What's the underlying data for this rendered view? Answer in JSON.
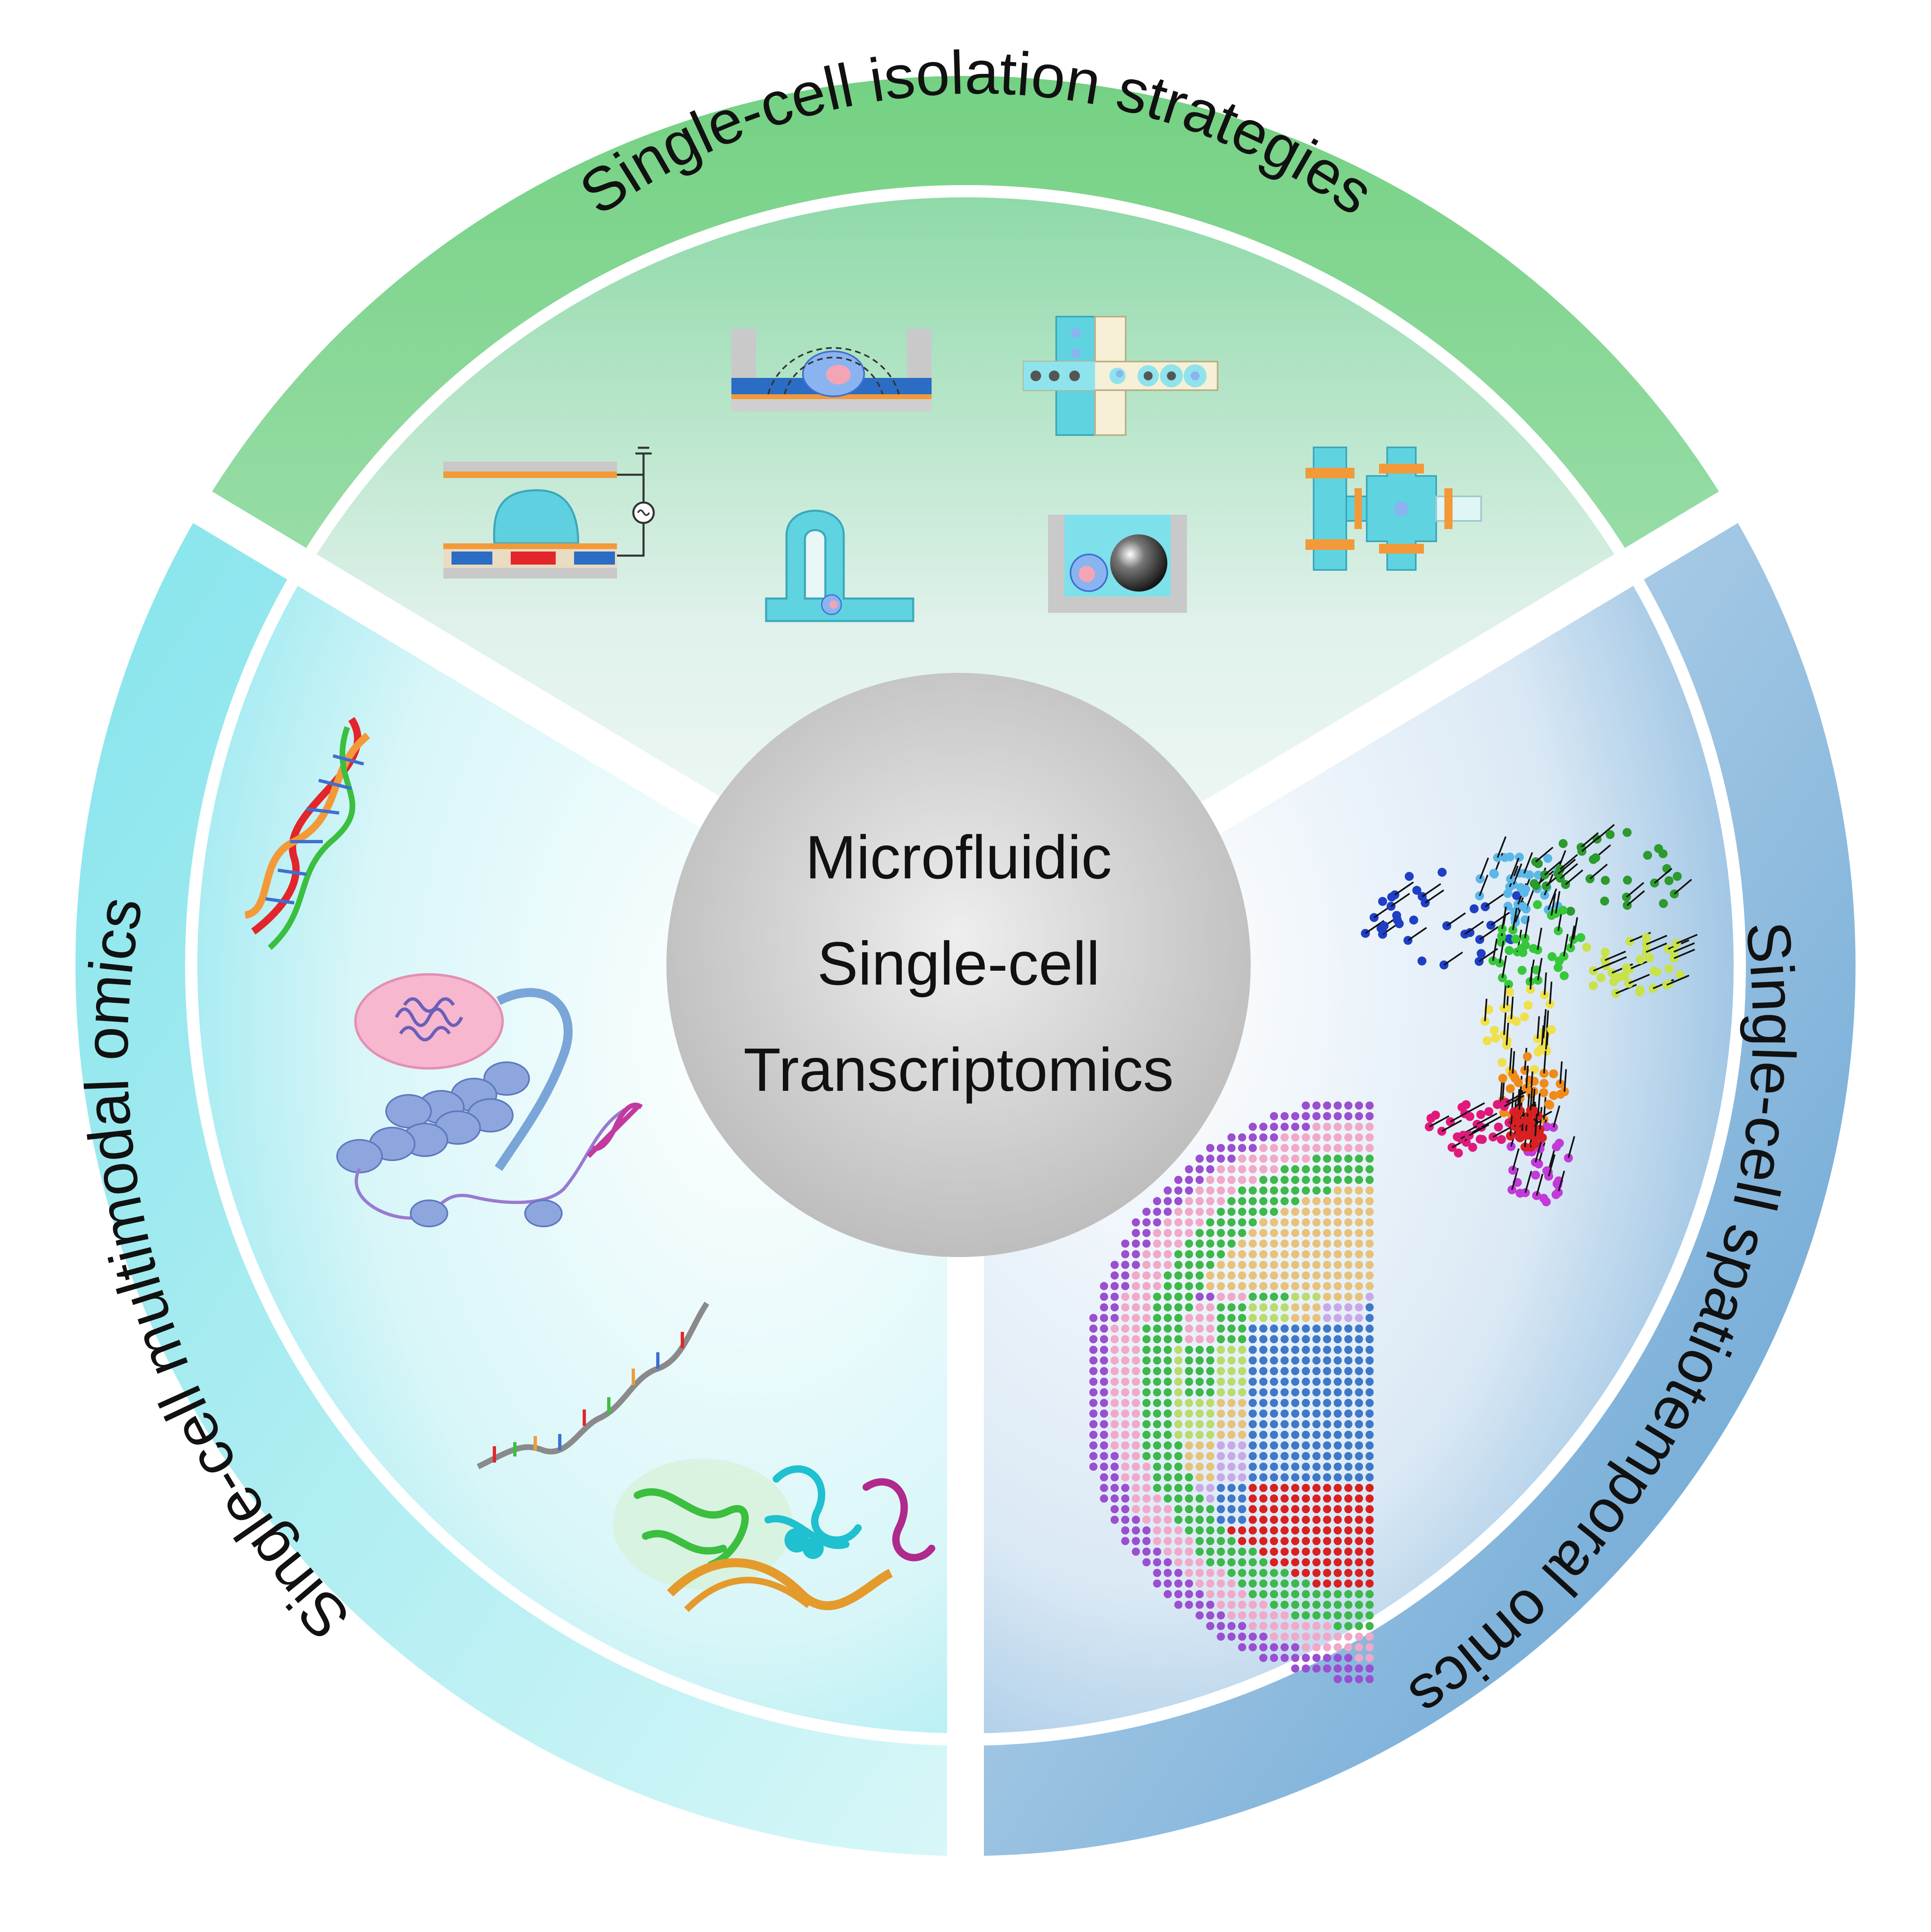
{
  "hub": {
    "lines": [
      "Microfluidic",
      "Single-cell",
      "Transcriptomics"
    ]
  },
  "sections": {
    "isolation": {
      "title": "Single-cell isolation strategies",
      "ring_color": "#7ed38a",
      "fill_top": "#9fdcb4",
      "fill_bottom": "#eef7f3"
    },
    "multimodal": {
      "title": "Single-cell multimodal omics",
      "ring_color": "#8fe6ec",
      "fill_outer": "#8ee7ef",
      "fill_inner": "#f4fdfd"
    },
    "spatiotemporal": {
      "title": "Single-cell spatiotemporal omics",
      "ring_color": "#8fbfe0",
      "fill_outer": "#6aa6d4",
      "fill_inner": "#f5f9fd"
    }
  },
  "icons": {
    "isolation": [
      "electrode-chip-icon",
      "trap-well-icon",
      "t-junction-droplet-icon",
      "hydrodynamic-trap-icon",
      "bead-well-icon",
      "valve-chip-icon"
    ],
    "multimodal": [
      "dna-helix-icon",
      "chromatin-cell-icon",
      "rna-strand-icon",
      "protein-dna-complex-icon"
    ],
    "spatiotemporal": [
      "rna-velocity-scatter-icon",
      "spatial-tissue-map-icon"
    ]
  },
  "colors": {
    "divider": "#ffffff",
    "hub_fill": "#bfbfbf",
    "hub_center": "#e9e9e9"
  }
}
